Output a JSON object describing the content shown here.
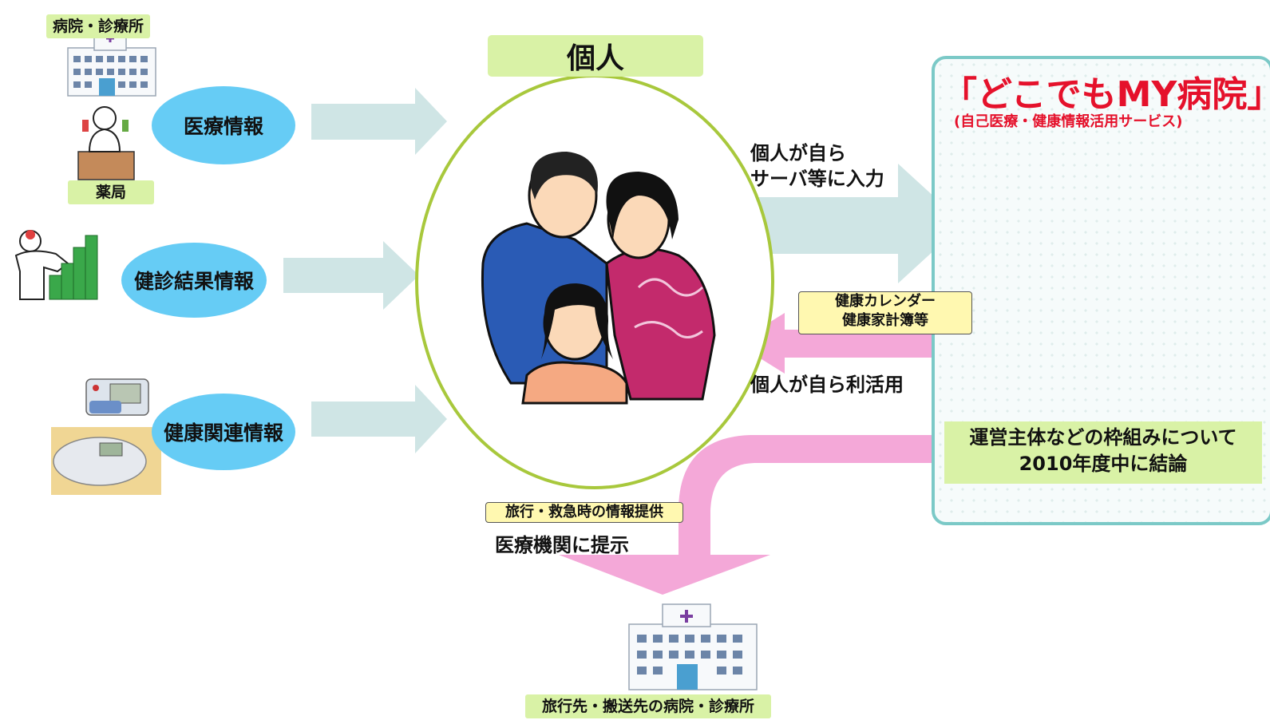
{
  "title": "個人",
  "service": {
    "title": "「どこでもMY病院」",
    "subtitle": "(自己医療・健康情報活用サービス)",
    "conclusion_line1": "運営主体などの枠組みについて",
    "conclusion_line2": "2010年度中に結論"
  },
  "sources": {
    "hospital_label": "病院・診療所",
    "pharmacy_label": "薬局",
    "medical_info": "医療情報",
    "checkup_info": "健診結果情報",
    "health_info": "健康関連情報"
  },
  "flows": {
    "input_line1": "個人が自ら",
    "input_line2": "サーバ等に入力",
    "calendar_line1": "健康カレンダー",
    "calendar_line2": "健康家計簿等",
    "self_use": "個人が自ら利活用",
    "travel_tag": "旅行・救急時の情報提供",
    "present": "医療機関に提示"
  },
  "destination": {
    "label": "旅行先・搬送先の病院・診療所"
  },
  "colors": {
    "green_tag": "#d9f2a6",
    "info_ellipse": "#66ccf5",
    "light_arrow": "#cfe5e5",
    "pink_arrow": "#f4a8d8",
    "service_red": "#e5112b",
    "frame_teal": "#7bc9c7",
    "database_orange": "#f0a030",
    "person_ring": "#a8c83c"
  },
  "icons": [
    "hospital-icon",
    "pharmacist-icon",
    "doctor-icon",
    "blood-pressure-monitor-icon",
    "weight-scale-icon",
    "family-illustration",
    "database-cylinder-icon"
  ]
}
